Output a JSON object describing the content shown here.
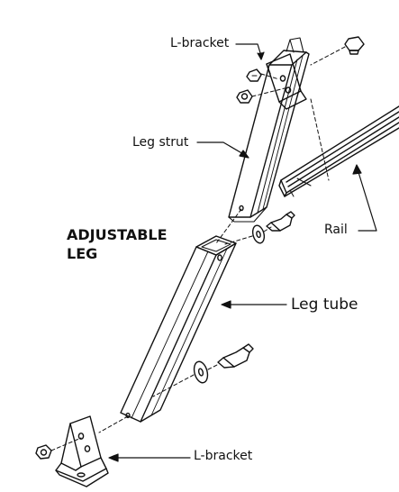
{
  "title": {
    "line1": "ADJUSTABLE",
    "line2": "LEG"
  },
  "labels": {
    "l_bracket_top": "L-bracket",
    "leg_strut": "Leg strut",
    "rail": "Rail",
    "leg_tube": "Leg tube",
    "l_bracket_bottom": "L-bracket"
  },
  "colors": {
    "line": "#111111",
    "background": "#ffffff"
  }
}
